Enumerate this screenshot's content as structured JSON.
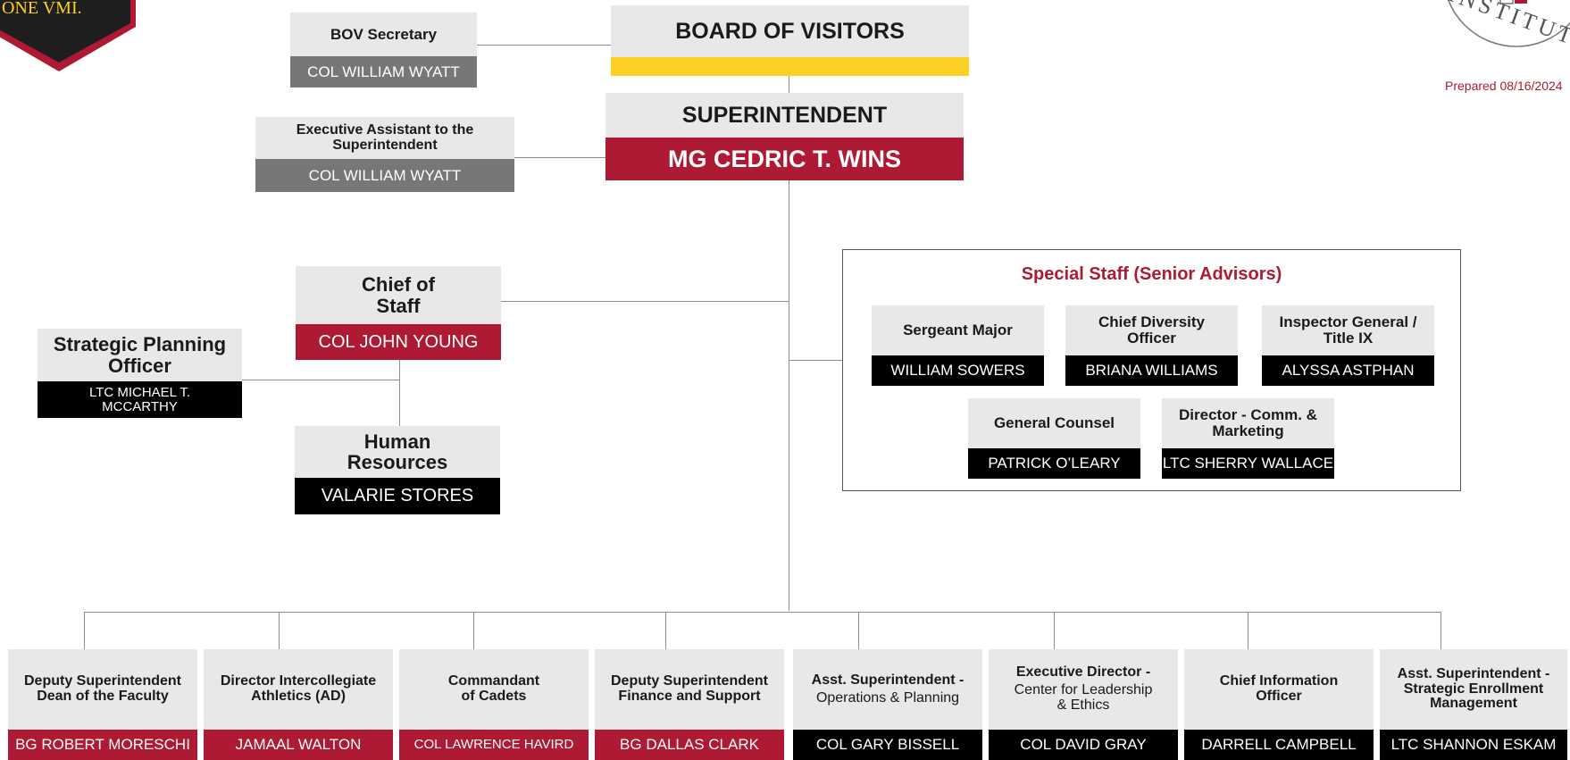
{
  "logo": {
    "left_text": "ONE VMI.",
    "right_text": "INSTITUTE"
  },
  "prepared": "Prepared 08/16/2024",
  "board": {
    "title": "BOARD OF VISITORS"
  },
  "bov_secretary": {
    "title": "BOV Secretary",
    "name": "COL WILLIAM WYATT"
  },
  "superintendent": {
    "title": "SUPERINTENDENT",
    "name": "MG CEDRIC T. WINS"
  },
  "exec_assistant": {
    "title": "Executive Assistant to the\nSuperintendent",
    "name": "COL WILLIAM WYATT"
  },
  "chief_of_staff": {
    "title": "Chief of\nStaff",
    "name": "COL JOHN YOUNG"
  },
  "strategic_planning": {
    "title": "Strategic Planning\nOfficer",
    "name": "LTC MICHAEL T.\nMCCARTHY"
  },
  "human_resources": {
    "title": "Human\nResources",
    "name": "VALARIE STORES"
  },
  "special_staff": {
    "title": "Special Staff (Senior Advisors)",
    "members": [
      {
        "title": "Sergeant Major",
        "name": "WILLIAM SOWERS"
      },
      {
        "title": "Chief Diversity\nOfficer",
        "name": "BRIANA WILLIAMS"
      },
      {
        "title": "Inspector General /\nTitle IX",
        "name": "ALYSSA ASTPHAN"
      },
      {
        "title": "General Counsel",
        "name": "PATRICK O’LEARY"
      },
      {
        "title": "Director - Comm. &\nMarketing",
        "name": "LTC SHERRY WALLACE"
      }
    ]
  },
  "bottom": [
    {
      "title": "Deputy Superintendent\nDean of the Faculty",
      "name": "BG ROBERT MORESCHI"
    },
    {
      "title": "Director Intercollegiate\nAthletics (AD)",
      "name": "JAMAAL WALTON"
    },
    {
      "title": "Commandant\nof Cadets",
      "name": "COL LAWRENCE HAVIRD"
    },
    {
      "title": "Deputy Superintendent\nFinance and Support",
      "name": "BG DALLAS CLARK"
    },
    {
      "title": "Asst. Superintendent -",
      "subtitle": "Operations & Planning",
      "name": "COL GARY BISSELL"
    },
    {
      "title": "Executive Director -",
      "subtitle": "Center for Leadership\n& Ethics",
      "name": "COL DAVID GRAY"
    },
    {
      "title": "Chief Information\nOfficer",
      "name": "DARRELL CAMPBELL"
    },
    {
      "title": "Asst. Superintendent -\nStrategic Enrollment\nManagement",
      "name": "LTC SHANNON ESKAM"
    }
  ]
}
